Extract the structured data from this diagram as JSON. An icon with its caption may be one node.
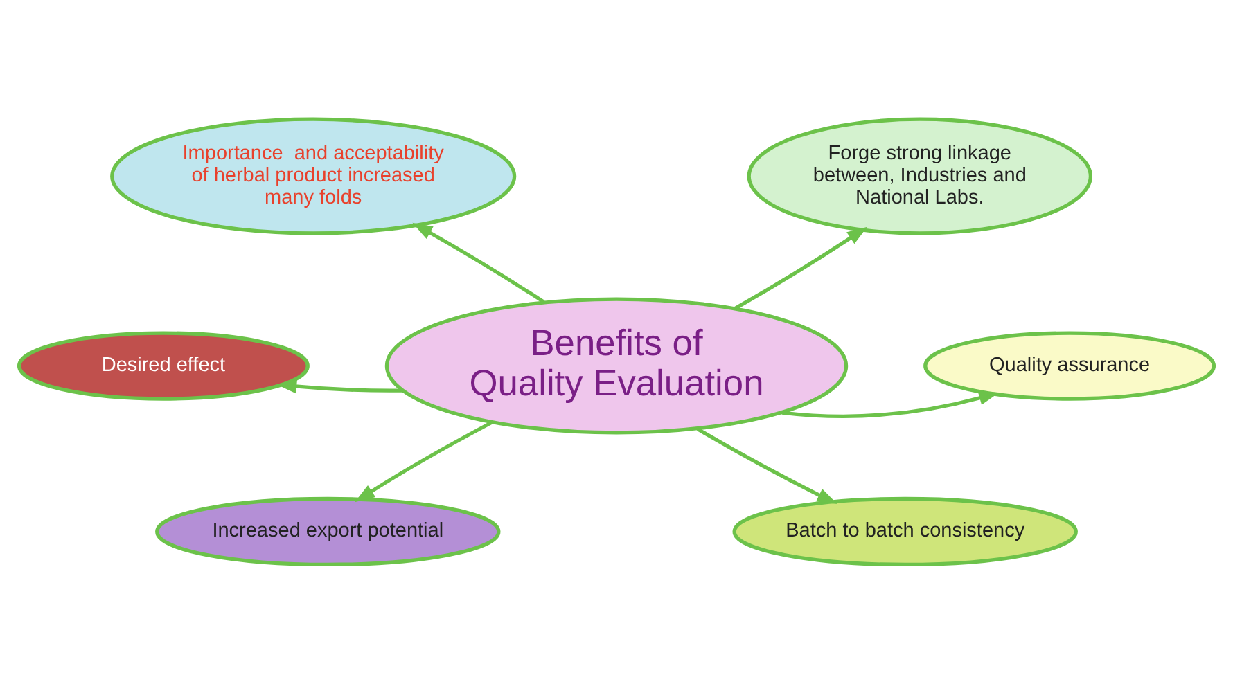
{
  "diagram": {
    "nodes": [
      {
        "text": [
          "Importance  and acceptability of herbal product increased many folds"
        ]
      },
      {
        "text": [
          "Forge strong linkage between, Industries and National Labs."
        ]
      },
      {
        "text": [
          "Desired effect"
        ]
      },
      {
        "text": [
          "Benefits of Quality Evaluation"
        ]
      },
      {
        "text": [
          "Quality assurance"
        ]
      },
      {
        "text": [
          "Increased export potential"
        ]
      },
      {
        "text": [
          "Batch to batch consistency"
        ]
      }
    ],
    "edges": [
      {
        "from": 3,
        "to": 0,
        "arrow": "to"
      },
      {
        "from": 3,
        "to": 1,
        "arrow": "to"
      },
      {
        "from": 3,
        "to": 2,
        "arrow": "to"
      },
      {
        "from": 3,
        "to": 4,
        "arrow": "to"
      },
      {
        "from": 3,
        "to": 5,
        "arrow": "to"
      },
      {
        "from": 3,
        "to": 6,
        "arrow": "to"
      }
    ]
  }
}
